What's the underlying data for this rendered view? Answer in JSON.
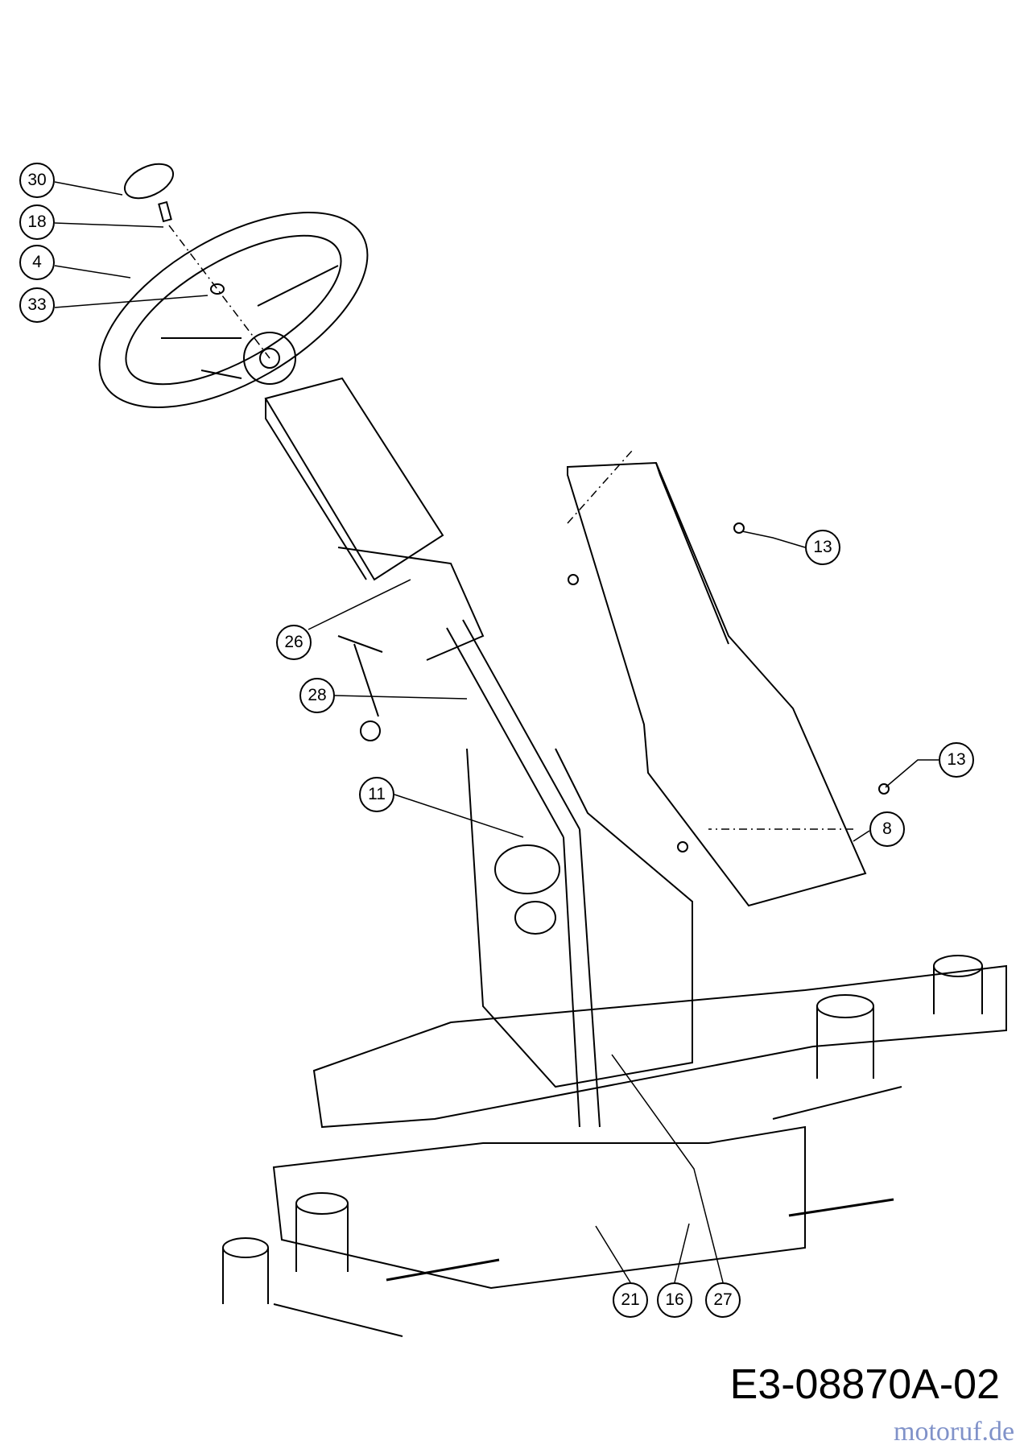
{
  "diagram": {
    "drawing_number": "E3-08870A-02",
    "watermark": "motoruf.de",
    "callouts": [
      {
        "id": "30"
      },
      {
        "id": "18"
      },
      {
        "id": "4"
      },
      {
        "id": "33"
      },
      {
        "id": "13"
      },
      {
        "id": "26"
      },
      {
        "id": "28"
      },
      {
        "id": "11"
      },
      {
        "id": "13"
      },
      {
        "id": "8"
      },
      {
        "id": "21"
      },
      {
        "id": "16"
      },
      {
        "id": "27"
      }
    ]
  }
}
